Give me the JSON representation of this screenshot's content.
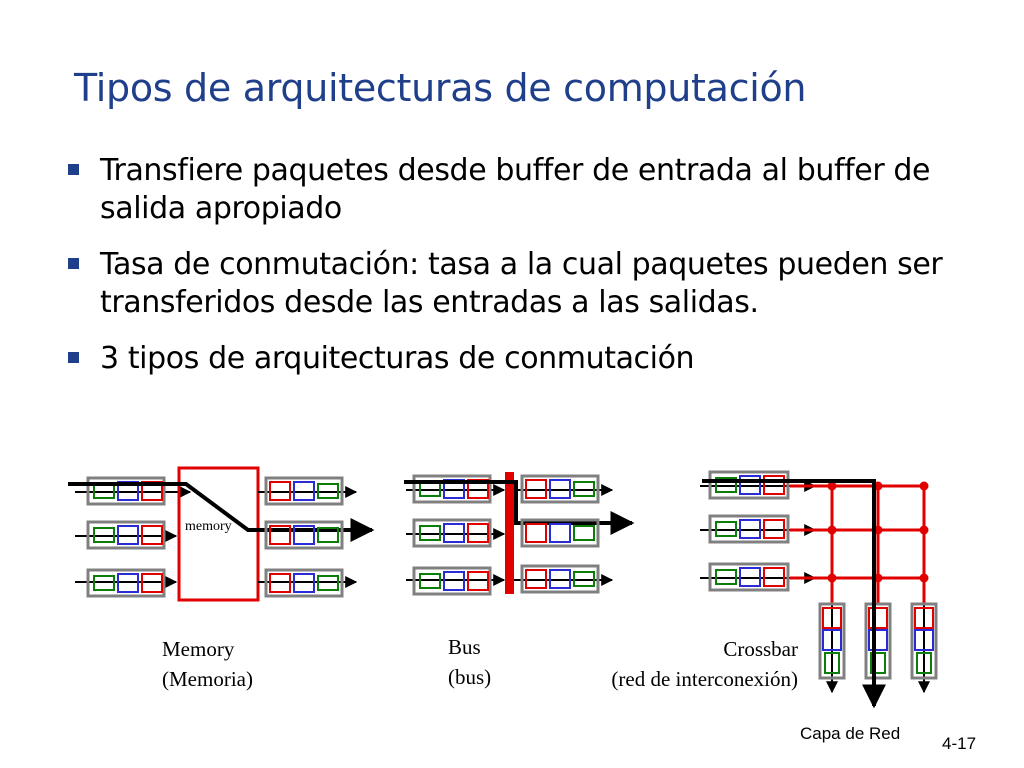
{
  "slide": {
    "title": "Tipos de arquitecturas de computación",
    "bullets": [
      "Transfiere paquetes desde buffer de entrada al buffer de salida apropiado",
      "Tasa de conmutación: tasa a la cual paquetes pueden ser transferidos desde las entradas a las salidas.",
      "3 tipos de arquitecturas de conmutación"
    ],
    "footer_label": "Capa de Red",
    "slide_number": "4-17"
  },
  "diagrams": {
    "memory": {
      "inner_label": "memory",
      "caption_line1": "Memory",
      "caption_line2": "(Memoria)"
    },
    "bus": {
      "caption_line1": "Bus",
      "caption_line2": "(bus)"
    },
    "crossbar": {
      "caption_line1": "Crossbar",
      "caption_line2": "(red de interconexión)"
    }
  },
  "colors": {
    "title": "#1f3f8a",
    "bullet_mark": "#1f3f8a",
    "switch_red": "#e00000",
    "cell_green": "#0a7d0a",
    "cell_blue": "#2b2bd6",
    "cell_red": "#e00000",
    "port_box": "#808080"
  }
}
